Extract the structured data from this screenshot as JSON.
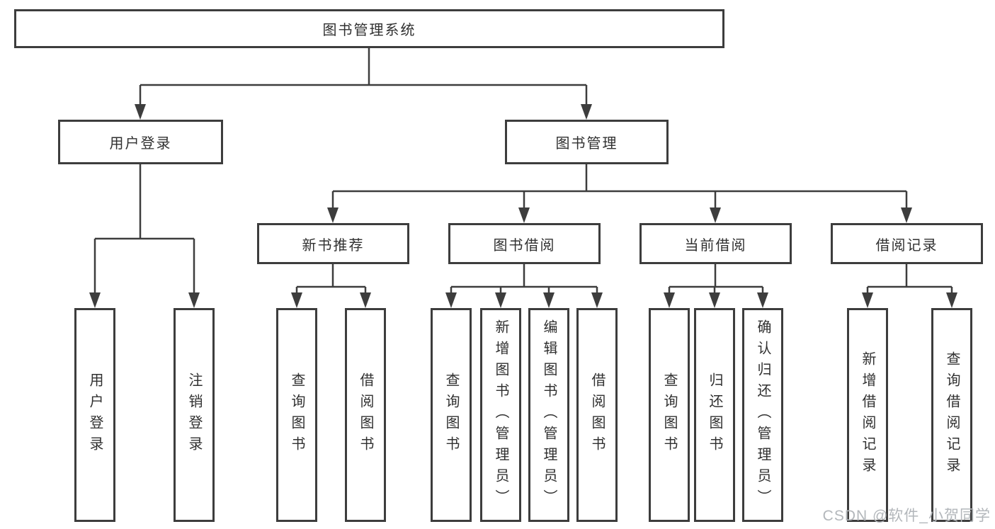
{
  "tree": {
    "root": "图书管理系统",
    "modules": [
      {
        "label": "用户登录",
        "children": [
          "用户登录",
          "注销登录"
        ]
      },
      {
        "label": "图书管理",
        "sections": [
          {
            "label": "新书推荐",
            "children": [
              "查询图书",
              "借阅图书"
            ]
          },
          {
            "label": "图书借阅",
            "children": [
              "查询图书",
              "新增图书（管理员）",
              "编辑图书（管理员）",
              "借阅图书"
            ]
          },
          {
            "label": "当前借阅",
            "children": [
              "查询图书",
              "归还图书",
              "确认归还（管理员）"
            ]
          },
          {
            "label": "借阅记录",
            "children": [
              "新增借阅记录",
              "查询借阅记录"
            ]
          }
        ]
      }
    ]
  },
  "watermark": "CSDN @软件_小贺同学",
  "colors": {
    "line": "#3d3d3d",
    "text": "#303030",
    "watermark": "#b3b7bb",
    "background": "#ffffff"
  }
}
